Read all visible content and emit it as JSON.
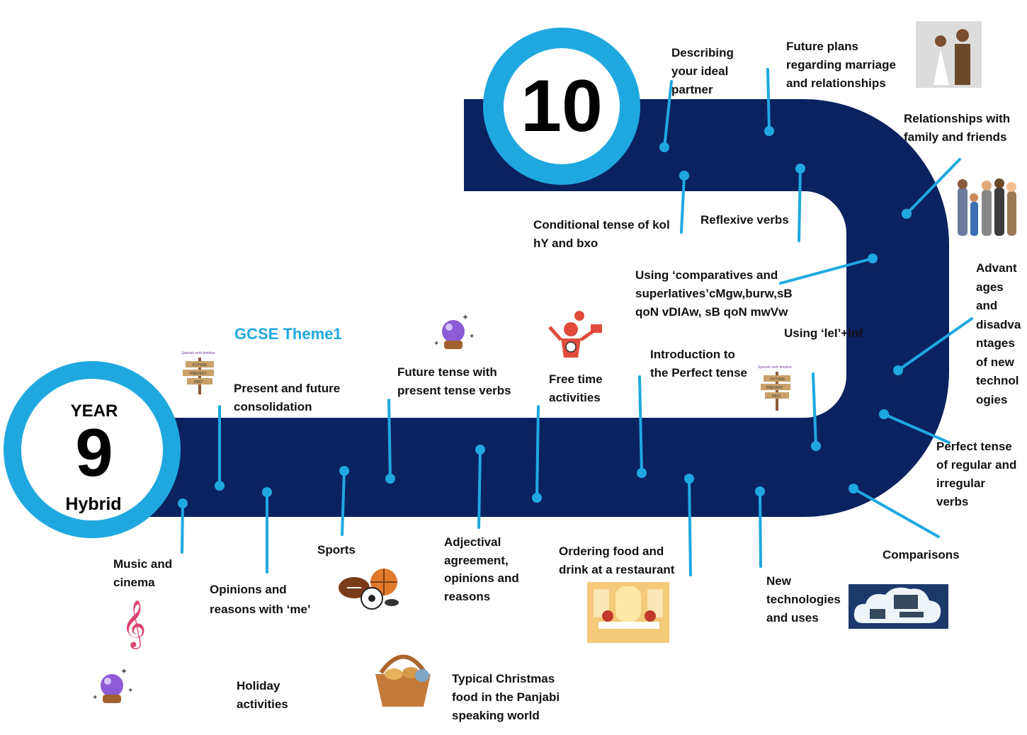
{
  "colors": {
    "road": "#0b2260",
    "accent": "#1fa8e0",
    "text": "#111111"
  },
  "year10": {
    "number": "10"
  },
  "year9": {
    "year_label": "YEAR",
    "number": "9",
    "pathway": "Hybrid"
  },
  "theme_heading": "GCSE Theme1",
  "timeline_sign": {
    "title": "Spanish verb timeline",
    "future": "FUTURE",
    "present": "PRESENT",
    "past": "PAST"
  },
  "topics": [
    {
      "id": "describing-partner",
      "text": "Describing\nyour ideal\npartner"
    },
    {
      "id": "future-plans",
      "text": "Future plans\nregarding marriage\nand relationships"
    },
    {
      "id": "relationships-family",
      "text": "Relationships with\nfamily and friends"
    },
    {
      "id": "conditional-tense",
      "text": "Conditional tense of kol\nhY and bxo"
    },
    {
      "id": "reflexive-verbs",
      "text": "Reflexive verbs"
    },
    {
      "id": "comparatives",
      "text": "Using ‘comparatives and\nsuperlatives’cMgw,burw,sB\nqoN vDIAw, sB qoN mwVw"
    },
    {
      "id": "advantages",
      "text": "Advant\nages\nand\ndisadva\nntages\nof new\ntechnol\nogies"
    },
    {
      "id": "using-lei",
      "text": "Using ‘leI’+inf"
    },
    {
      "id": "intro-perfect",
      "text": "Introduction to\nthe Perfect  tense"
    },
    {
      "id": "free-time",
      "text": "Free time\nactivities"
    },
    {
      "id": "future-tense-present",
      "text": "Future tense with\npresent tense verbs"
    },
    {
      "id": "present-future-consolidation",
      "text": "Present and future\nconsolidation"
    },
    {
      "id": "perfect-regular",
      "text": "Perfect  tense\nof regular and\nirregular\nverbs"
    },
    {
      "id": "comparisons",
      "text": "Comparisons"
    },
    {
      "id": "new-technologies",
      "text": "New\ntechnologies\nand uses"
    },
    {
      "id": "ordering-food",
      "text": "Ordering food and\ndrink at a restaurant"
    },
    {
      "id": "adjectival-agreement",
      "text": "Adjectival\nagreement,\nopinions and\nreasons"
    },
    {
      "id": "sports",
      "text": "Sports"
    },
    {
      "id": "opinions-me",
      "text": "Opinions and\nreasons with ‘me’"
    },
    {
      "id": "music-cinema",
      "text": "Music and\ncinema"
    },
    {
      "id": "holiday-activities",
      "text": "Holiday\nactivities"
    },
    {
      "id": "christmas-food",
      "text": "Typical Christmas\nfood in the Panjabi\nspeaking world"
    }
  ]
}
